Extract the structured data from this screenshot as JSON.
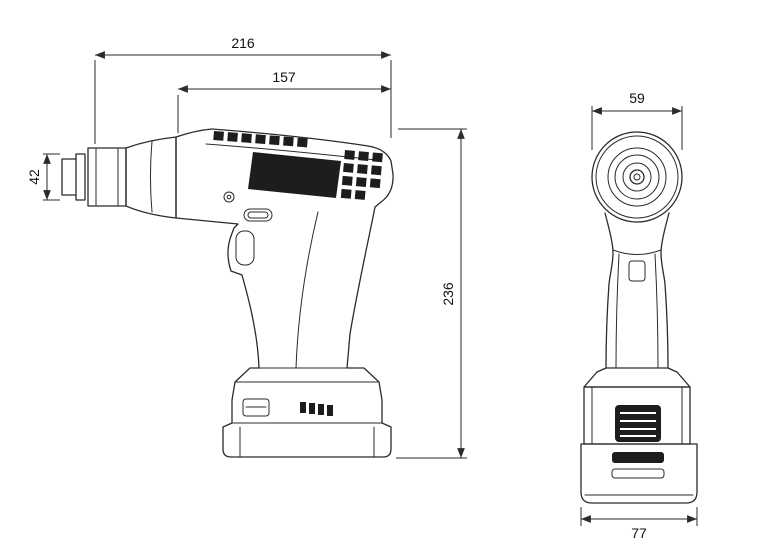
{
  "drawing": {
    "kind": "technical-dimension-drawing",
    "subject": "cordless drill driver, side view and front view",
    "colors": {
      "line": "#2b2b2b",
      "dark_fill": "#1d1d1d",
      "background": "#ffffff"
    }
  },
  "dimensions": {
    "overall_length": "216",
    "housing_length": "157",
    "spindle_diameter": "42",
    "overall_height": "236",
    "head_width": "59",
    "battery_width": "77"
  }
}
